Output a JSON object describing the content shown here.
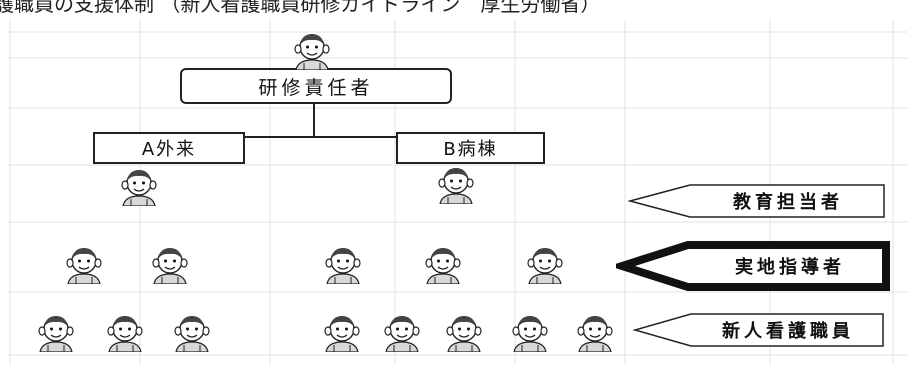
{
  "header_text": "護職員の支援体制 （新人看護職員研修ガイドライン　厚生労働省）",
  "root": {
    "label": "研修責任者"
  },
  "departments": [
    {
      "label": "A外来"
    },
    {
      "label": "B病棟"
    }
  ],
  "roles": [
    {
      "label": "教育担当者"
    },
    {
      "label": "実地指導者"
    },
    {
      "label": "新人看護職員"
    }
  ],
  "icons": {
    "person": "nurse-person-icon"
  }
}
